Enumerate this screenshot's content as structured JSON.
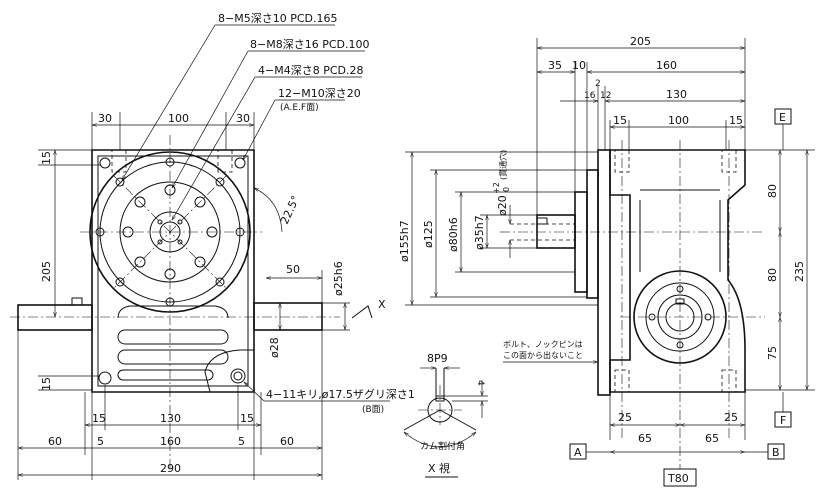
{
  "notes": {
    "m5": "8−M5深さ10  PCD.165",
    "m8": "8−M8深さ16  PCD.100",
    "m4": "4−M4深さ8  PCD.28",
    "m10": "12−M10深さ20",
    "m10_face": "(A.E.F面)",
    "hole": "4−11キリ,ø17.5ザグリ深さ1",
    "hole_face": "(B面)",
    "bolt_line1": "ボルト、ノックピンは",
    "bolt_line2": "この面から出ないこと",
    "through": "(貫通穴)"
  },
  "front_view": {
    "top_dims": [
      "30",
      "100",
      "30"
    ],
    "left_dims": [
      "15",
      "205",
      "15"
    ],
    "angle": "22.5°",
    "shaft_len": "50",
    "shaft_dia": "ø25h6",
    "shaft_dia2": "ø28",
    "view_marker": "X",
    "bottom_row1": [
      "15",
      "130",
      "15"
    ],
    "bottom_row2": [
      "60",
      "5",
      "160",
      "5",
      "60"
    ],
    "overall": "290"
  },
  "side_view": {
    "overall": "205",
    "row2": [
      "35",
      "10",
      "160"
    ],
    "row3": [
      "16",
      "2",
      "12",
      "130"
    ],
    "row4": [
      "15",
      "100",
      "15"
    ],
    "diameters": [
      "ø155h7",
      "ø125",
      "ø80h6",
      "ø35h7",
      "ø20"
    ],
    "tol_upper": "+2",
    "tol_lower": "0",
    "right_dims": [
      "80",
      "80",
      "75"
    ],
    "height": "235",
    "bottom_dims": [
      "25",
      "25",
      "65",
      "65"
    ],
    "faces": [
      "E",
      "F",
      "A",
      "B"
    ],
    "model": "T80"
  },
  "x_view": {
    "keyway": "8P9",
    "depth": "4",
    "cam_angle": "カム割付角",
    "title": "X  視"
  }
}
